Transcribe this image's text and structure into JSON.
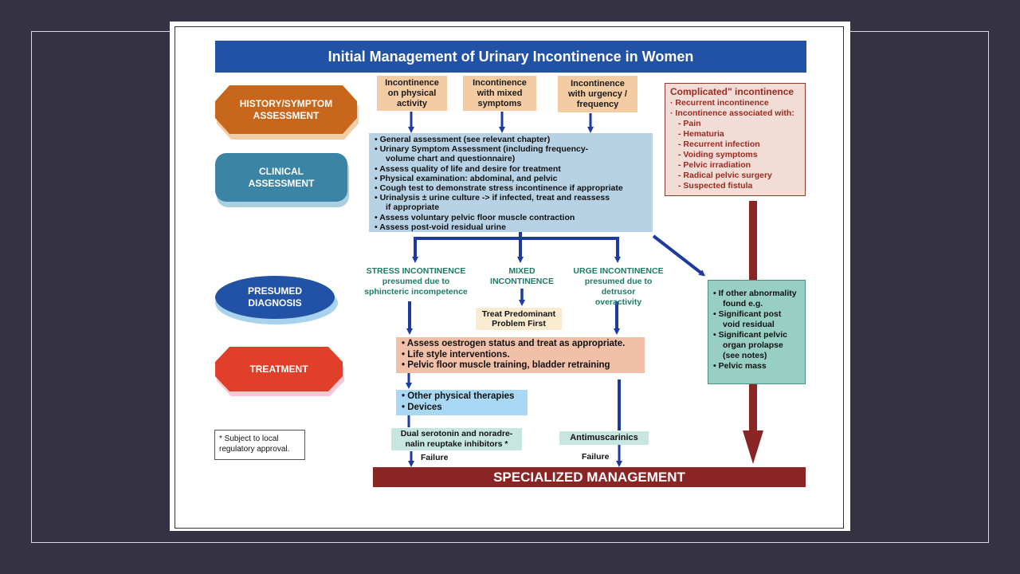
{
  "title": "Initial Management of Urinary Incontinence in Women",
  "left_labels": {
    "history": [
      "HISTORY/SYMPTOM",
      "ASSESSMENT"
    ],
    "clinical": [
      "CLINICAL",
      "ASSESSMENT"
    ],
    "presumed": [
      "PRESUMED",
      "DIAGNOSIS"
    ],
    "treatment": [
      "TREATMENT"
    ]
  },
  "inputs": {
    "physical": [
      "Incontinence",
      "on physical",
      "activity"
    ],
    "mixed": [
      "Incontinence",
      "with mixed",
      "symptoms"
    ],
    "urgency": [
      "Incontinence",
      "with urgency /",
      "frequency"
    ]
  },
  "complicated": {
    "heading": "Complicated\" incontinence",
    "items": [
      "· Recurrent incontinence",
      "· Incontinence associated with:"
    ],
    "subitems": [
      "- Pain",
      "- Hematuria",
      "- Recurrent infection",
      "- Voiding symptoms",
      "- Pelvic irradiation",
      "- Radical pelvic surgery",
      "- Suspected fistula"
    ]
  },
  "assessment": {
    "lines": [
      "• General assessment (see relevant chapter)",
      "• Urinary Symptom Assessment (including frequency-",
      "volume chart and questionnaire)",
      "• Assess quality of life and desire for treatment",
      "• Physical examination: abdominal, and pelvic",
      "• Cough test to demonstrate stress incontinence if appropriate",
      "• Urinalysis ± urine culture -> if infected, treat and reassess",
      "if appropriate",
      "• Assess voluntary pelvic floor muscle contraction",
      "• Assess post-void residual urine"
    ]
  },
  "diagnoses": {
    "stress": [
      "STRESS INCONTINENCE",
      "presumed due to",
      "sphincteric incompetence"
    ],
    "mixed": [
      "MIXED",
      "INCONTINENCE"
    ],
    "urge": [
      "URGE INCONTINENCE",
      "presumed due to detrusor",
      "overactivity"
    ]
  },
  "treat_predominant": [
    "Treat Predominant",
    "Problem First"
  ],
  "treatments": [
    "• Assess oestrogen status and treat as appropriate.",
    "• Life style interventions.",
    "• Pelvic floor muscle training, bladder retraining"
  ],
  "other_therapies": [
    "• Other physical therapies",
    "• Devices"
  ],
  "dual": [
    "Dual serotonin and noradre-",
    "nalin reuptake inhibitors *"
  ],
  "antimuscarinics": "Antimuscarinics",
  "failure": "Failure",
  "abnormality": {
    "lines": [
      "• If other abnormality",
      "found  e.g.",
      "• Significant post",
      "void residual",
      "• Significant pelvic",
      "organ prolapse",
      "(see notes)",
      "•  Pelvic mass"
    ]
  },
  "specialized": "SPECIALIZED MANAGEMENT",
  "note": [
    "* Subject to local",
    "regulatory approval."
  ],
  "colors": {
    "blue": "#2152a6",
    "arrow_blue": "#1c3aa0",
    "dark_red": "#8b2424",
    "brown": "#c8661c",
    "steel": "#3b84a6",
    "red": "#e0402a"
  }
}
